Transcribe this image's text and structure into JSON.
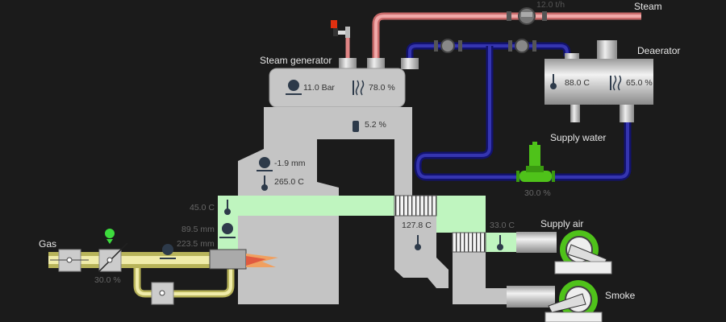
{
  "labels": {
    "steam": "Steam",
    "steam_generator": "Steam generator",
    "deaerator": "Deaerator",
    "supply_water": "Supply water",
    "supply_air": "Supply air",
    "smoke": "Smoke",
    "gas": "Gas"
  },
  "readings": {
    "steam_flow": "12.0 t/h",
    "generator_pressure": "11.0 Bar",
    "generator_level": "78.0 %",
    "deaerator_temp": "88.0 C",
    "deaerator_level": "65.0 %",
    "oxygen": "5.2 %",
    "furnace_pressure": "-1.9 mm",
    "furnace_temp": "265.0 C",
    "pump_speed": "30.0 %",
    "air_temp_burner": "45.0 C",
    "air_pressure": "89.5 mm",
    "gas_pressure": "223.5 mm",
    "gas_valve": "30.0 %",
    "flue_temp": "127.8 C",
    "supply_air_temp": "33.0 C"
  },
  "colors": {
    "steam_pipe": "#e08585",
    "water_pipe": "#1e1e8c",
    "air_duct": "#bff5bf",
    "gas_pipe": "#e8e49a",
    "equipment": "#c4c4c4",
    "pump": "#4fc21a",
    "icon": "#2d3a4a"
  }
}
